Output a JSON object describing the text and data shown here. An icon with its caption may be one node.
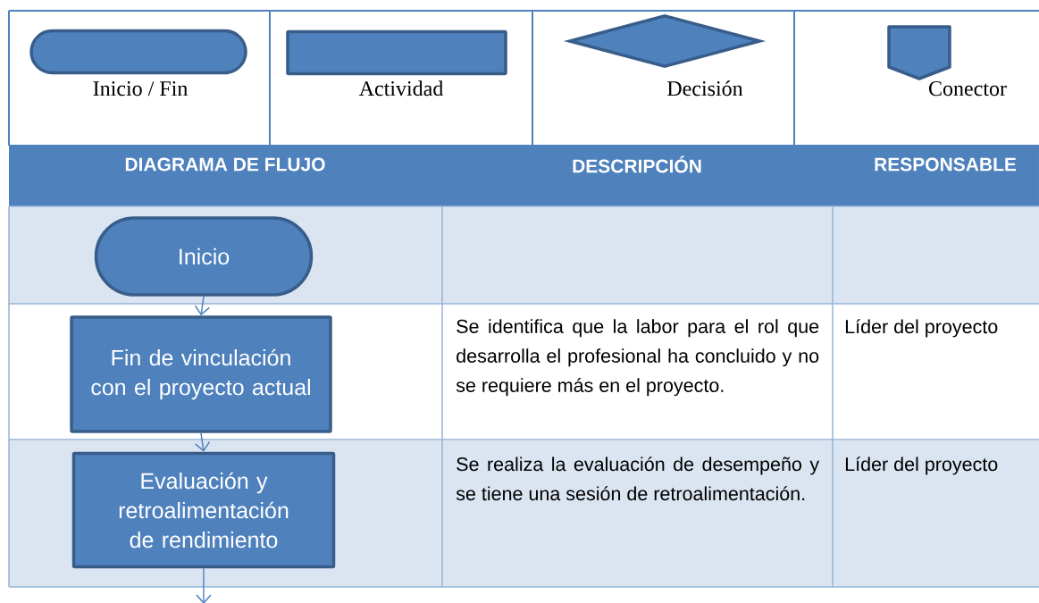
{
  "diagram": {
    "nodes": [
      {
        "text": [
          "Inicio / Fin"
        ]
      },
      {
        "text": [
          "Actividad"
        ]
      },
      {
        "text": [
          "Decisión"
        ]
      },
      {
        "text": [
          "Conector"
        ]
      },
      {
        "text": [
          "Inicio"
        ]
      },
      {
        "text": [
          "Fin de vinculación con el proyecto actual"
        ]
      },
      {
        "text": [
          "Evaluación y retroalimentación de rendimiento"
        ]
      }
    ],
    "edges": [
      {
        "from": 4,
        "to": 5,
        "arrow": "to"
      },
      {
        "from": 5,
        "to": 6,
        "arrow": "to"
      },
      {
        "from": 6,
        "to": null,
        "arrow": "to"
      }
    ],
    "labels": [
      "DIAGRAMA DE FLUJO",
      "DESCRIPCIÓN",
      "RESPONSABLE",
      "Se identifica que la labor para el rol que desarrolla el profesional ha concluido y no se requiere más en el proyecto.",
      "Líder del proyecto",
      "Se realiza la evaluación de desempeño y se tiene una sesión de retroalimentación.",
      "Líder del proyecto"
    ]
  }
}
